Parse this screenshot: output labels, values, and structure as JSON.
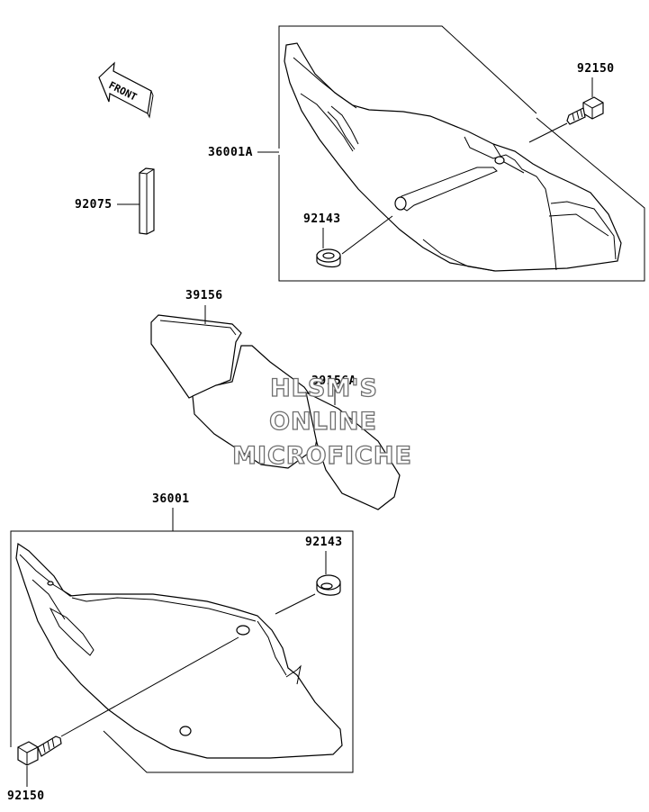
{
  "labels": {
    "front_arrow": "FRONT",
    "part_36001A": "36001A",
    "part_92150_top": "92150",
    "part_92143_top": "92143",
    "part_92075": "92075",
    "part_39156": "39156",
    "part_39156A": "39156A",
    "part_36001": "36001",
    "part_92143_bottom": "92143",
    "part_92150_bottom": "92150"
  },
  "watermark": {
    "line1": "HLSM'S",
    "line2": "ONLINE",
    "line3": "MICROFICHE"
  }
}
